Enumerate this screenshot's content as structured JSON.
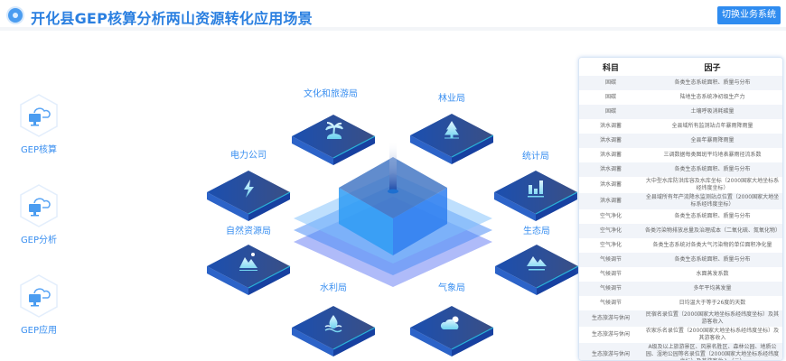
{
  "header": {
    "title": "开化县GEP核算分析两山资源转化应用场景",
    "switch_label": "切换业务系统"
  },
  "sidebar": {
    "items": [
      {
        "label": "GEP核算",
        "icon": "cloud-monitor-icon"
      },
      {
        "label": "GEP分析",
        "icon": "cloud-monitor-icon"
      },
      {
        "label": "GEP应用",
        "icon": "cloud-monitor-icon"
      }
    ]
  },
  "colors": {
    "accent": "#2f8cf0",
    "tile": "#1c3f9a",
    "label": "#3a8ff0"
  },
  "tiles": [
    {
      "label": "文化和旅游局",
      "icon": "palm-tree-icon"
    },
    {
      "label": "林业局",
      "icon": "pine-tree-icon"
    },
    {
      "label": "电力公司",
      "icon": "lightning-icon"
    },
    {
      "label": "统计局",
      "icon": "bar-chart-icon"
    },
    {
      "label": "自然资源局",
      "icon": "mountain-sun-icon"
    },
    {
      "label": "生态局",
      "icon": "mountain-icon"
    },
    {
      "label": "水利局",
      "icon": "water-drop-icon"
    },
    {
      "label": "气象局",
      "icon": "cloud-sun-icon"
    }
  ],
  "table": {
    "headers": [
      "科目",
      "因子"
    ],
    "rows": [
      [
        "固碳",
        "各类生态系统面积、质量与分布"
      ],
      [
        "固碳",
        "陆地生态系统净初级生产力"
      ],
      [
        "固碳",
        "土壤呼吸消耗碳量"
      ],
      [
        "洪水调蓄",
        "全县域所有监测站点年暴雨降雨量"
      ],
      [
        "洪水调蓄",
        "全县年暴雨降雨量"
      ],
      [
        "洪水调蓄",
        "三调数据每类图斑平均地表暴雨径流系数"
      ],
      [
        "洪水调蓄",
        "各类生态系统面积、质量与分布"
      ],
      [
        "洪水调蓄",
        "大中型水库防洪库容及水库坐标（2000国家大地坐标系经纬度坐标）"
      ],
      [
        "洪水调蓄",
        "全县域所有年产流降水监测站点位置（2000国家大地坐标系经纬度坐标）"
      ],
      [
        "空气净化",
        "各类生态系统面积、质量与分布"
      ],
      [
        "空气净化",
        "各类污染物排放总量及治理成本（二氧化硫、氮氧化物）"
      ],
      [
        "空气净化",
        "各类生态系统对各类大气污染物的单位面积净化量"
      ],
      [
        "气候调节",
        "各类生态系统面积、质量与分布"
      ],
      [
        "气候调节",
        "水面蒸发系数"
      ],
      [
        "气候调节",
        "多年平均蒸发量"
      ],
      [
        "气候调节",
        "日均温大于等于26度的天数"
      ],
      [
        "生态旅游与休闲",
        "民宿名录位置（2000国家大地坐标系经纬度坐标）及其游客收入"
      ],
      [
        "生态旅游与休闲",
        "农家乐名录位置（2000国家大地坐标系经纬度坐标）及其游客收入"
      ],
      [
        "生态旅游与休闲",
        "A级及以上旅游景区、风景名胜区、森林公园、地质公园、湿地公园等名录位置（2000国家大地坐标系经纬度坐标）及其游客收入（元）"
      ]
    ]
  }
}
